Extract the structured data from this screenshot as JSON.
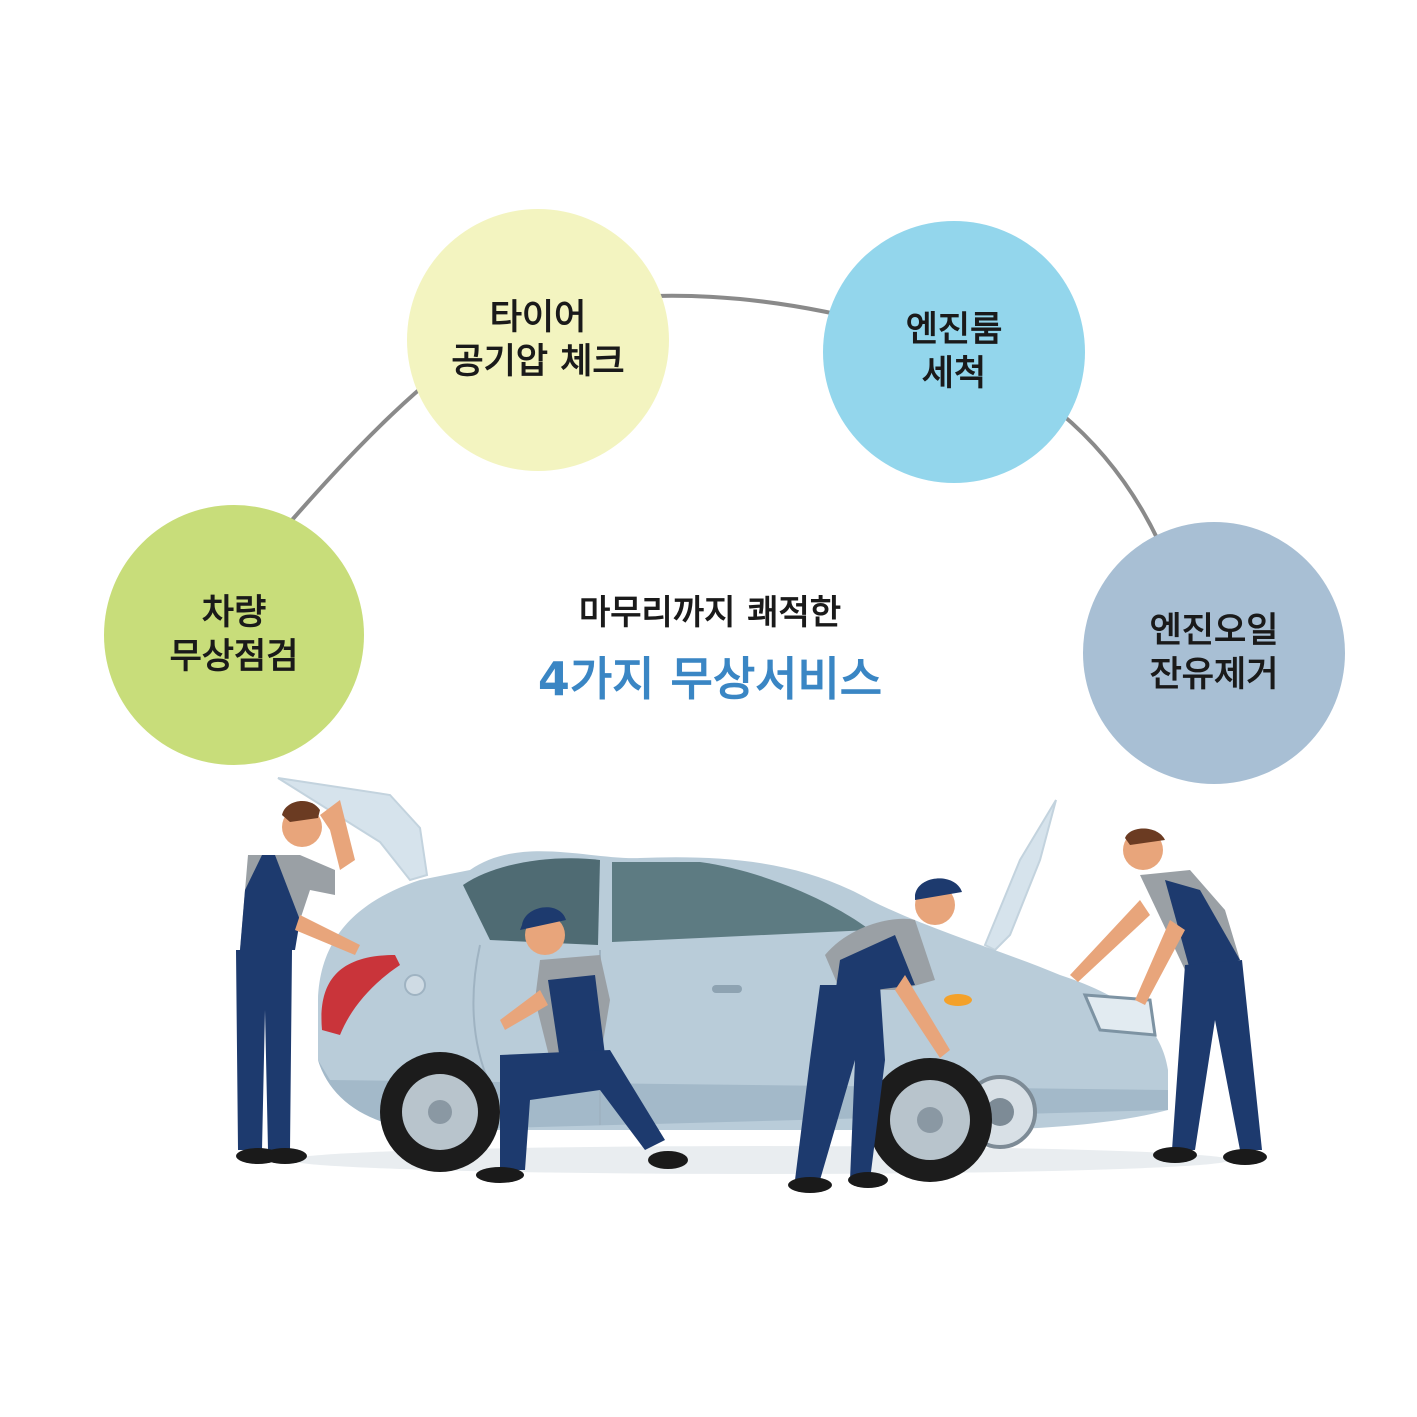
{
  "colors": {
    "circle1": "#c8dd7a",
    "circle2": "#f3f4c0",
    "circle3": "#93d6ec",
    "circle4": "#a8bfd4",
    "arc": "#8a8a8a",
    "accent": "#3a86c4",
    "car_body": "#b9ccd9",
    "uniform": "#1d3a6e"
  },
  "services": [
    {
      "line1": "차량",
      "line2": "무상점검"
    },
    {
      "line1": "타이어",
      "line2": "공기압 체크"
    },
    {
      "line1": "엔진룸",
      "line2": "세척"
    },
    {
      "line1": "엔진오일",
      "line2": "잔유제거"
    }
  ],
  "headline": {
    "subtitle": "마무리까지 쾌적한",
    "title": "4가지 무상서비스"
  }
}
